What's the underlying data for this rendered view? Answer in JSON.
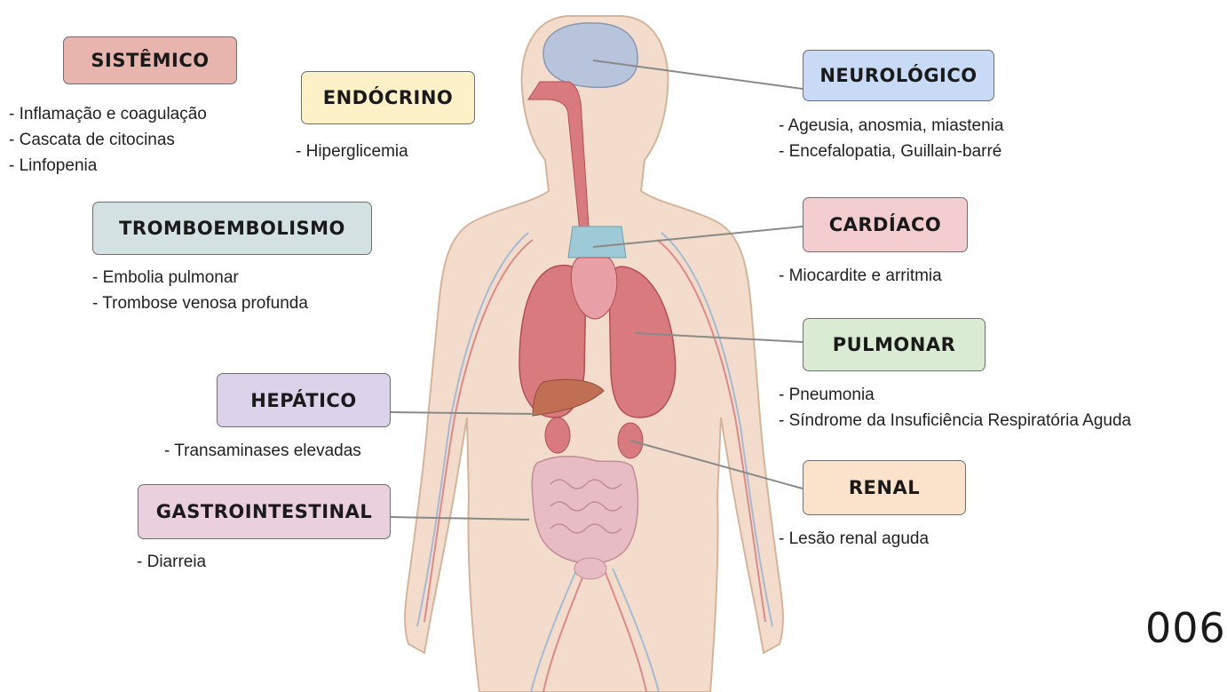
{
  "colors": {
    "skin": "#f3dccb",
    "skin_outline": "#d4b49c",
    "organ": "#d97a7f",
    "organ_dark": "#b24f55",
    "brain": "#b7c4dc",
    "vein": "#8fb3d8",
    "artery": "#d9646c",
    "liver": "#c06f54",
    "connector": "#8a8a8a"
  },
  "labels": {
    "sistemico": {
      "title": "SISTÊMICO",
      "color": "#e8b4ae",
      "items": [
        "- Inflamação e coagulação",
        "- Cascata de citocinas",
        "- Linfopenia"
      ]
    },
    "endocrino": {
      "title": "ENDÓCRINO",
      "color": "#fdf1c8",
      "items": [
        "- Hiperglicemia"
      ]
    },
    "neurologico": {
      "title": "NEUROLÓGICO",
      "color": "#c9daf6",
      "items": [
        "- Ageusia, anosmia, miastenia",
        "- Encefalopatia, Guillain-barré"
      ]
    },
    "tromboembolismo": {
      "title": "TROMBOEMBOLISMO",
      "color": "#d3e1e3",
      "items": [
        "- Embolia pulmonar",
        "- Trombose venosa profunda"
      ]
    },
    "cardiaco": {
      "title": "CARDÍACO",
      "color": "#f3cdd0",
      "items": [
        "- Miocardite e arritmia"
      ]
    },
    "pulmonar": {
      "title": "PULMONAR",
      "color": "#d9ebd3",
      "items": [
        "- Pneumonia",
        "- Síndrome da Insuficiência Respiratória Aguda"
      ]
    },
    "hepatico": {
      "title": "HEPÁTICO",
      "color": "#dcd3ea",
      "items": [
        "- Transaminases elevadas"
      ]
    },
    "renal": {
      "title": "RENAL",
      "color": "#fbe3cb",
      "items": [
        "- Lesão renal aguda"
      ]
    },
    "gastrointestinal": {
      "title": "GASTROINTESTINAL",
      "color": "#ead0dc",
      "items": [
        "- Diarreia"
      ]
    }
  },
  "page_number": "006"
}
